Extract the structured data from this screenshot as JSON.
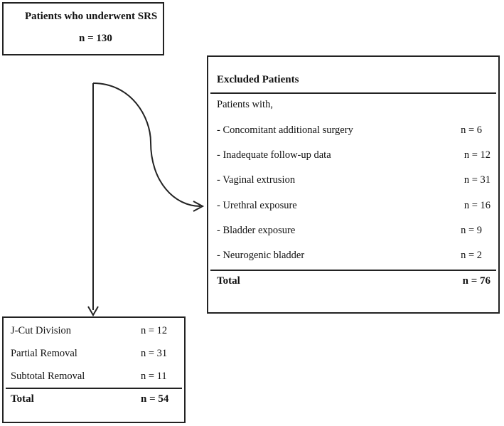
{
  "top_box": {
    "title": "Patients who underwent SRS",
    "count": "n = 130"
  },
  "excluded": {
    "heading": "Excluded Patients",
    "subheading": "Patients with,",
    "rows": [
      {
        "label": "- Concomitant additional surgery",
        "value": "n = 6"
      },
      {
        "label": "- Inadequate follow-up data",
        "value": "n = 12"
      },
      {
        "label": "- Vaginal extrusion",
        "value": "n = 31"
      },
      {
        "label": "- Urethral exposure",
        "value": "n = 16"
      },
      {
        "label": "- Bladder exposure",
        "value": "n = 9"
      },
      {
        "label": "- Neurogenic bladder",
        "value": "n = 2"
      }
    ],
    "total_label": "Total",
    "total_value": "n = 76"
  },
  "result": {
    "rows": [
      {
        "label": "J-Cut Division",
        "value": "n = 12"
      },
      {
        "label": "Partial Removal",
        "value": "n = 31"
      },
      {
        "label": "Subtotal Removal",
        "value": "n = 11"
      }
    ],
    "total_label": "Total",
    "total_value": "n = 54"
  },
  "colors": {
    "line": "#222222",
    "background": "#ffffff"
  }
}
